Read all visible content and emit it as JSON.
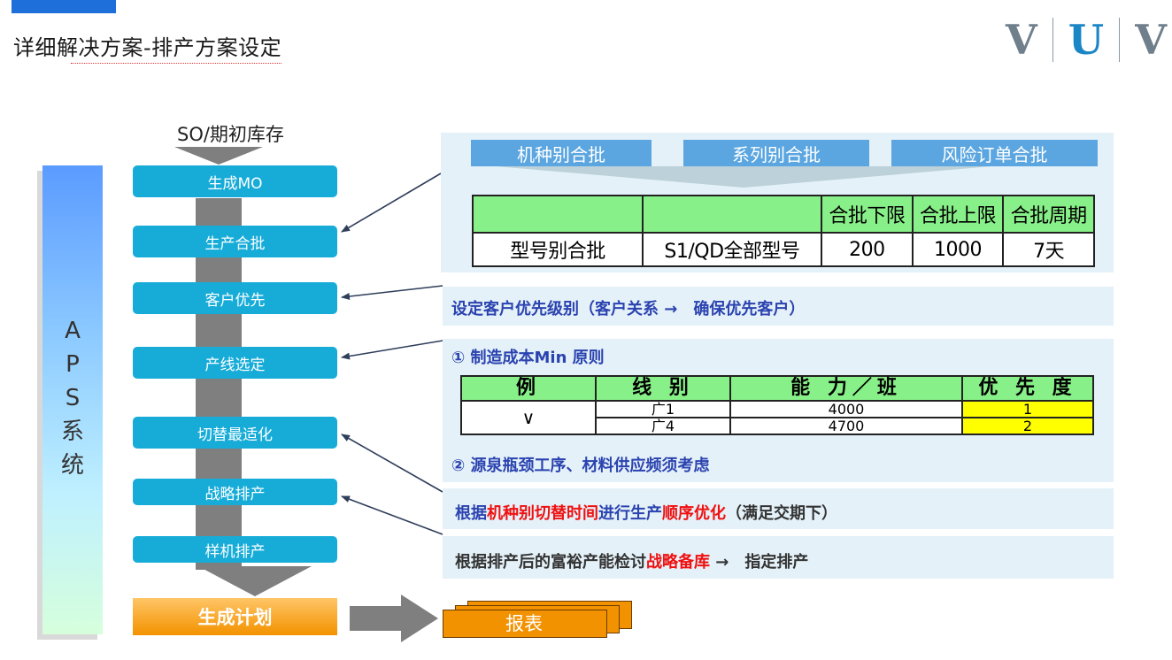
{
  "header": {
    "title": "详细解决方案-排产方案设定",
    "logo": {
      "left": "V",
      "mid": "U",
      "right": "V"
    }
  },
  "aps": {
    "letters": [
      "A",
      "P",
      "S",
      "系",
      "统"
    ]
  },
  "flow": {
    "start_label": "SO/期初库存",
    "steps": [
      "生成MO",
      "生产合批",
      "客户优先",
      "产线选定",
      "切替最适化",
      "战略排产",
      "样机排产"
    ],
    "final": "生成计划",
    "report": "报表"
  },
  "batch_panel": {
    "chips": [
      "机种别合批",
      "系列别合批",
      "风险订单合批"
    ],
    "table": {
      "headers": [
        "",
        "",
        "合批下限",
        "合批上限",
        "合批周期"
      ],
      "row": [
        "型号别合批",
        "S1/QD全部型号",
        "200",
        "1000",
        "7天"
      ]
    }
  },
  "customer_panel": {
    "text": "设定客户优先级别（客户关系 →　确保优先客户）"
  },
  "line_panel": {
    "rule1": "① 制造成本Min 原则",
    "table": {
      "headers": [
        "例",
        "线 别",
        "能 力／班",
        "优 先 度"
      ],
      "example": "∨",
      "rows": [
        {
          "line": "广1",
          "capacity": "4000",
          "priority": "1"
        },
        {
          "line": "广4",
          "capacity": "4700",
          "priority": "2"
        }
      ]
    },
    "rule2": "② 源泉瓶颈工序、材料供应频须考虑"
  },
  "switch_panel": {
    "part1": "根据",
    "part2": "机种别切替时间",
    "part3": "进行生产",
    "part4": "顺序优化",
    "part5": "（满足交期下）"
  },
  "strategy_panel": {
    "part1": "根据排产后的富裕产能检讨",
    "part2": "战略备库",
    "part3": " →　指定排产"
  },
  "colors": {
    "step_blue": "#17acd8",
    "chip_blue": "#5ba6e0",
    "orange": "#f39200",
    "panel_bg": "#e4f1f8",
    "header_green": "#88f088",
    "highlight_yellow": "#ffff00",
    "text_blue": "#2b43b0",
    "text_red": "#f01010"
  }
}
